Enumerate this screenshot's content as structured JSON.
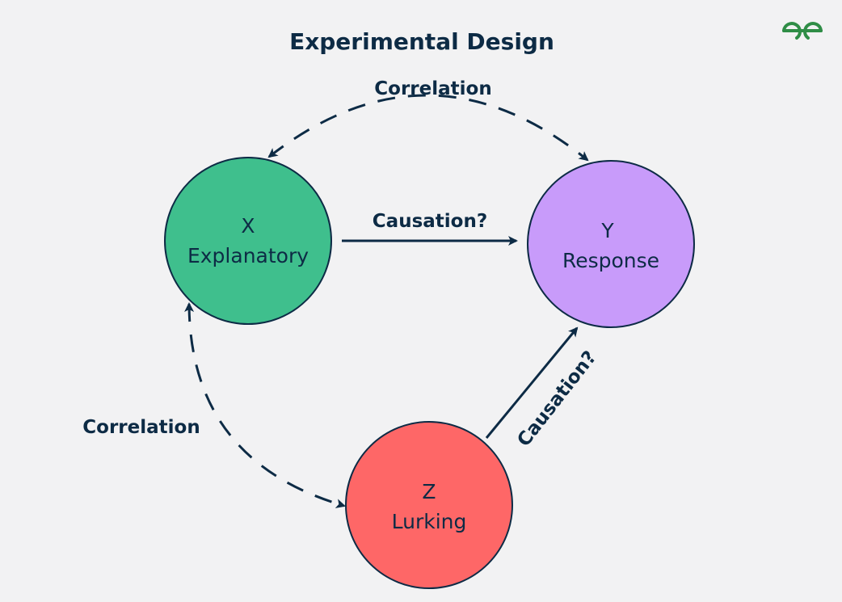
{
  "title": "Experimental Design",
  "logo": {
    "icon": "gfg-logo-icon",
    "color": "#2f8d46"
  },
  "colors": {
    "background": "#f2f2f3",
    "ink": "#0d2b45"
  },
  "nodes": [
    {
      "id": "x",
      "letter": "X",
      "name": "Explanatory",
      "fill": "#3fbf8d"
    },
    {
      "id": "y",
      "letter": "Y",
      "name": "Response",
      "fill": "#c89bfa"
    },
    {
      "id": "z",
      "letter": "Z",
      "name": "Lurking",
      "fill": "#fe6767"
    }
  ],
  "edges": [
    {
      "id": "x-y-correlation",
      "from": "x",
      "to": "y",
      "label": "Correlation",
      "style": "dashed",
      "arrows": "both"
    },
    {
      "id": "x-y-causation",
      "from": "x",
      "to": "y",
      "label": "Causation?",
      "style": "solid",
      "arrows": "end"
    },
    {
      "id": "z-y-causation",
      "from": "z",
      "to": "y",
      "label": "Causation?",
      "style": "solid",
      "arrows": "end"
    },
    {
      "id": "x-z-correlation",
      "from": "x",
      "to": "z",
      "label": "Correlation",
      "style": "dashed",
      "arrows": "both"
    }
  ]
}
